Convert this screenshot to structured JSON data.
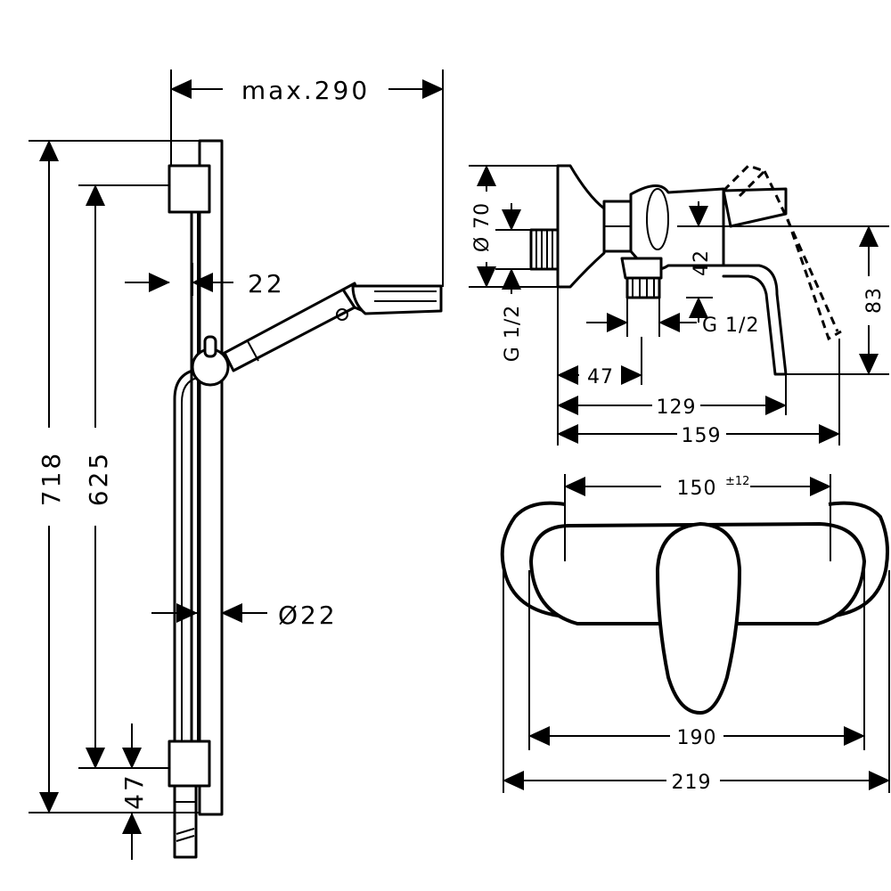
{
  "shower_set": {
    "dimensions": {
      "max_reach": "max.290",
      "total_height": "718",
      "rail_length": "625",
      "wall_offset": "22",
      "rail_diameter": "Ø22",
      "bottom_offset": "47"
    }
  },
  "mixer_side_view": {
    "dimensions": {
      "wall_flange_diameter": "Ø 70",
      "inlet_thread": "G 1/2",
      "outlet_thread": "G 1/2",
      "outlet_height": "42",
      "lever_height": "83",
      "outlet_depth": "47",
      "body_depth": "129",
      "lever_depth": "159"
    }
  },
  "mixer_front_view": {
    "dimensions": {
      "center_distance": "150",
      "center_tolerance": "±12",
      "body_width": "190",
      "flange_width": "219"
    }
  }
}
